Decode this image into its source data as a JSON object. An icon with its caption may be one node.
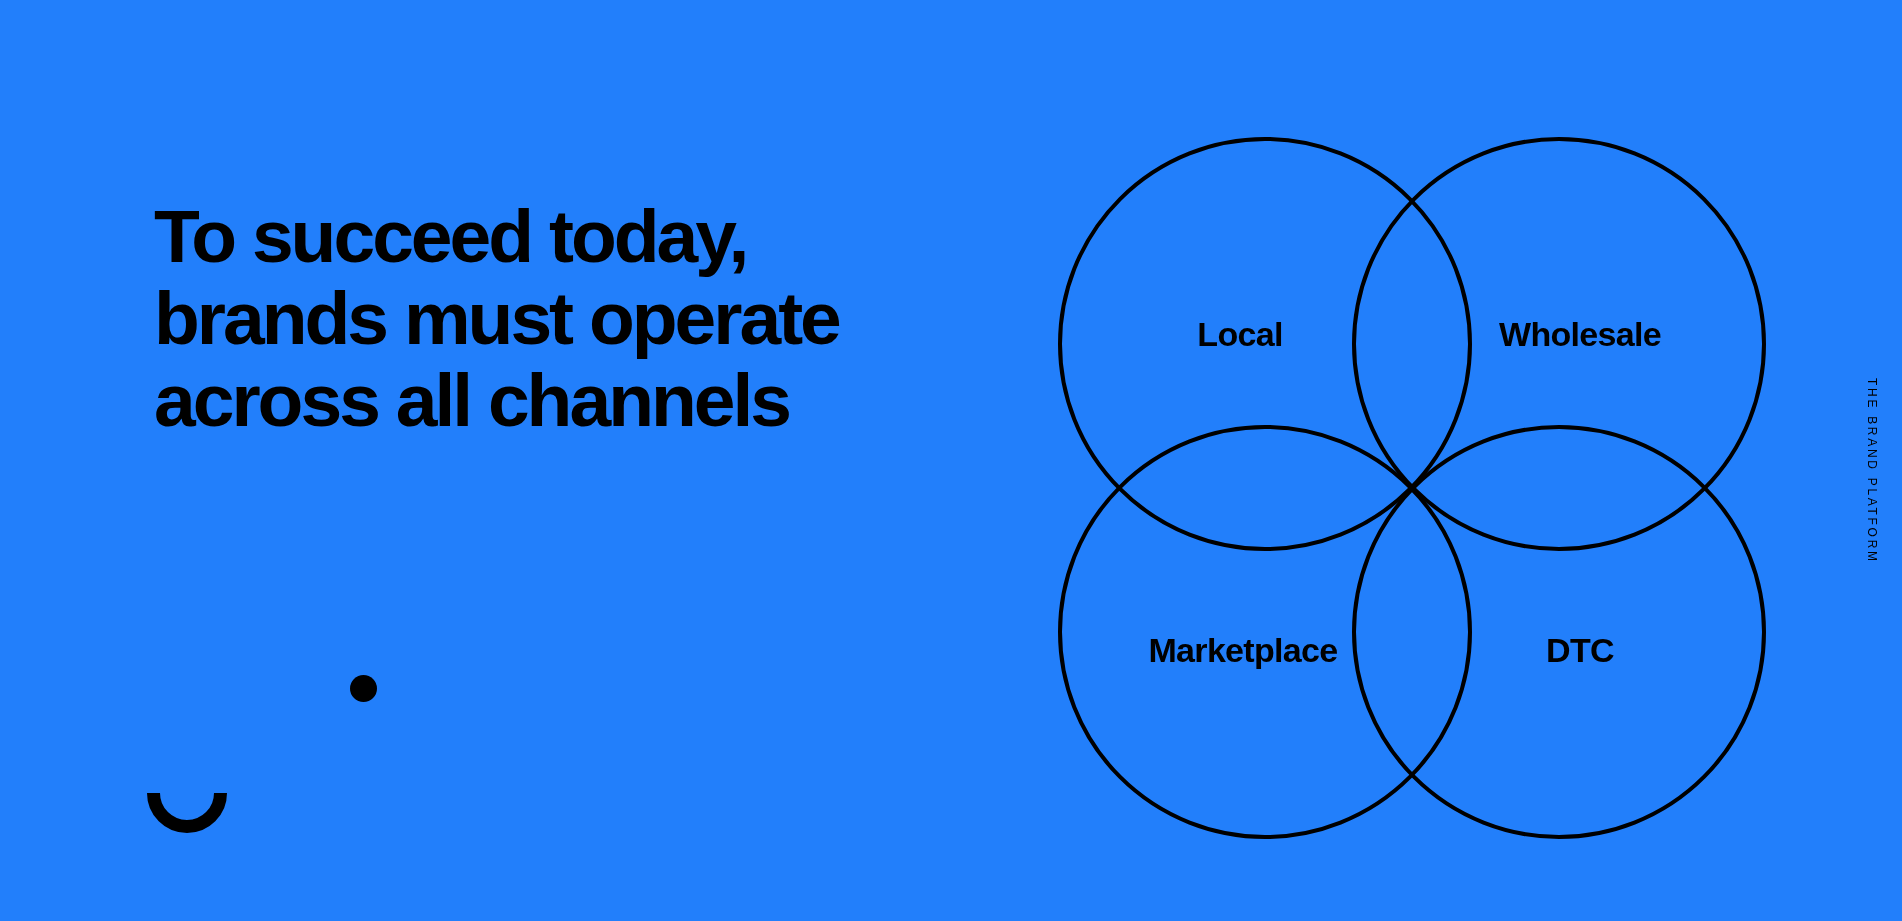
{
  "diagram": {
    "title": "To succeed today, brands must operate across all channels",
    "nodes": [
      {
        "text": [
          "Local"
        ]
      },
      {
        "text": [
          "Wholesale"
        ]
      },
      {
        "text": [
          "Marketplace"
        ]
      },
      {
        "text": [
          "DTC"
        ]
      }
    ],
    "labels": [
      "THE BRAND PLATFORM"
    ]
  }
}
